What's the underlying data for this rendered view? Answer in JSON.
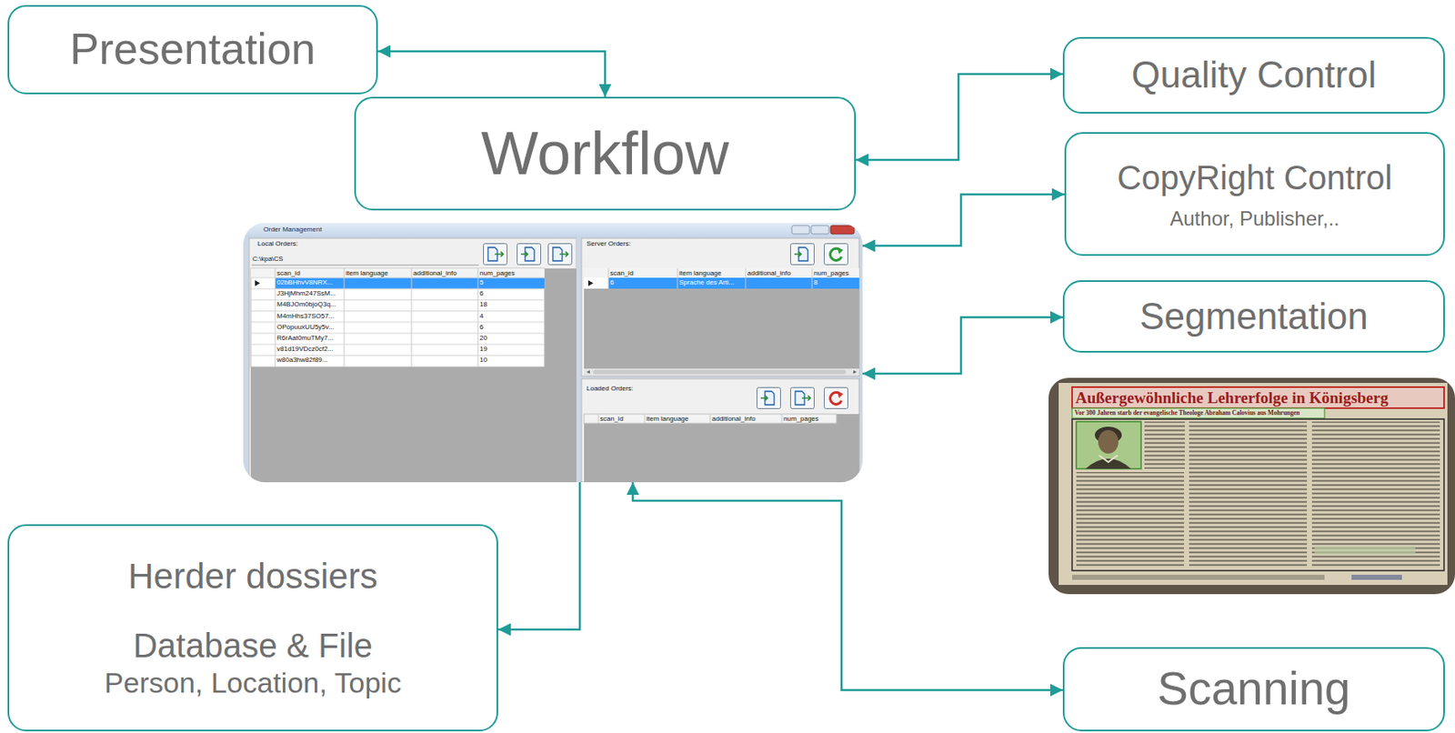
{
  "diagram": {
    "nodes": [
      {
        "text": [
          "Presentation"
        ]
      },
      {
        "text": [
          "Quality Control"
        ]
      },
      {
        "text": [
          "Workflow"
        ]
      },
      {
        "text": [
          "CopyRight Control",
          "Author, Publisher,.."
        ]
      },
      {
        "text": [
          "Order Management"
        ]
      },
      {
        "text": [
          "Segmentation"
        ]
      },
      {
        "text": [
          "Herder dossiers",
          "Database & File",
          "Person, Location, Topic"
        ]
      },
      {
        "text": [
          "Scanning"
        ]
      }
    ],
    "edges": [
      {
        "from": 0,
        "to": 2,
        "arrow": "both"
      },
      {
        "from": 2,
        "to": 1,
        "arrow": "both"
      },
      {
        "from": 4,
        "to": 3,
        "arrow": "both"
      },
      {
        "from": 4,
        "to": 5,
        "arrow": "both"
      },
      {
        "from": 4,
        "to": 6,
        "arrow": "to"
      },
      {
        "from": 4,
        "to": 7,
        "arrow": "both"
      }
    ],
    "labels": [
      "Local Orders:",
      "C:\\kpa\\CS",
      "scan_id",
      "item language",
      "additional_info",
      "num_pages",
      "02bBHhvV8NRX...",
      "5",
      "J3HjMhm247SsM...",
      "6",
      "M4BJOm0bjoQ3q...",
      "18",
      "M4mHhs37SO57...",
      "4",
      "OPopuuxUU5y5v...",
      "6",
      "R6rAat0muTMy7...",
      "20",
      "v81d19VDcz0cf2...",
      "19",
      "w80a3hw82f89...",
      "10",
      "Server Orders:",
      "scan_id",
      "item language",
      "additional_info",
      "num_pages",
      "6",
      "Sprache des Arti...",
      "8",
      "Loaded Orders:",
      "scan_id",
      "item language",
      "additional_info",
      "num_pages",
      "Außergewöhnliche Lehrerfolge in Königsberg",
      "Vor 300 Jahren starb der evangelische Theologe Abraham Calovius aus Mohrungen"
    ]
  }
}
